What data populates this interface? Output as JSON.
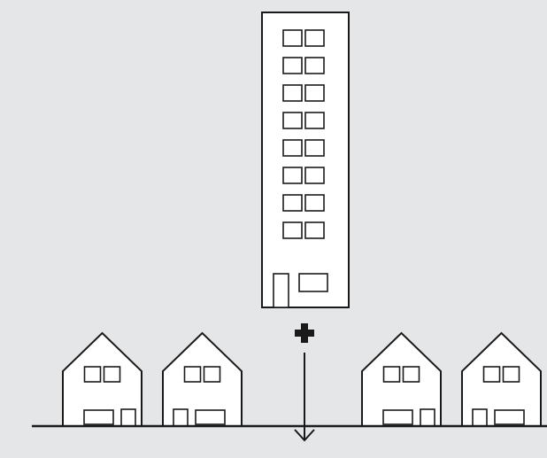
{
  "diagram": {
    "background_color": "#e5e6e8",
    "building_fill": "#ffffff",
    "stroke_color": "#1a1a1a",
    "tower": {
      "window_rows": 8,
      "window_columns": 2
    },
    "houses": {
      "count": 4,
      "left_group": 2,
      "right_group": 2
    },
    "connector": {
      "symbol": "plus-icon",
      "direction": "down",
      "icon": "arrow-down-icon"
    }
  }
}
